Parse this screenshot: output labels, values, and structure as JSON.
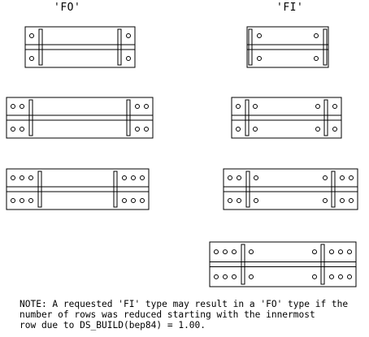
{
  "labels": {
    "fo": "'FO'",
    "fi": "'FI'"
  },
  "note": {
    "lines": [
      "NOTE: A requested 'FI' type may result in a 'FO' type if the",
      "number of rows was reduced starting with the innermost",
      "row due to DS_BUILD(bep84) = 1.00."
    ]
  },
  "plates": [
    {
      "id": "fo-1",
      "type": "FO",
      "outer_bolt_rows": 1,
      "inner_bolt_rows": 0
    },
    {
      "id": "fi-1",
      "type": "FI",
      "outer_bolt_rows": 0,
      "inner_bolt_rows": 1
    },
    {
      "id": "fo-2",
      "type": "FO",
      "outer_bolt_rows": 2,
      "inner_bolt_rows": 0
    },
    {
      "id": "fi-2",
      "type": "FI",
      "outer_bolt_rows": 1,
      "inner_bolt_rows": 1
    },
    {
      "id": "fo-3",
      "type": "FO",
      "outer_bolt_rows": 3,
      "inner_bolt_rows": 0
    },
    {
      "id": "fi-3",
      "type": "FI",
      "outer_bolt_rows": 2,
      "inner_bolt_rows": 1
    },
    {
      "id": "fi-4",
      "type": "FI",
      "outer_bolt_rows": 3,
      "inner_bolt_rows": 1
    }
  ],
  "colors": {
    "line": "#000000",
    "background": "#ffffff"
  }
}
